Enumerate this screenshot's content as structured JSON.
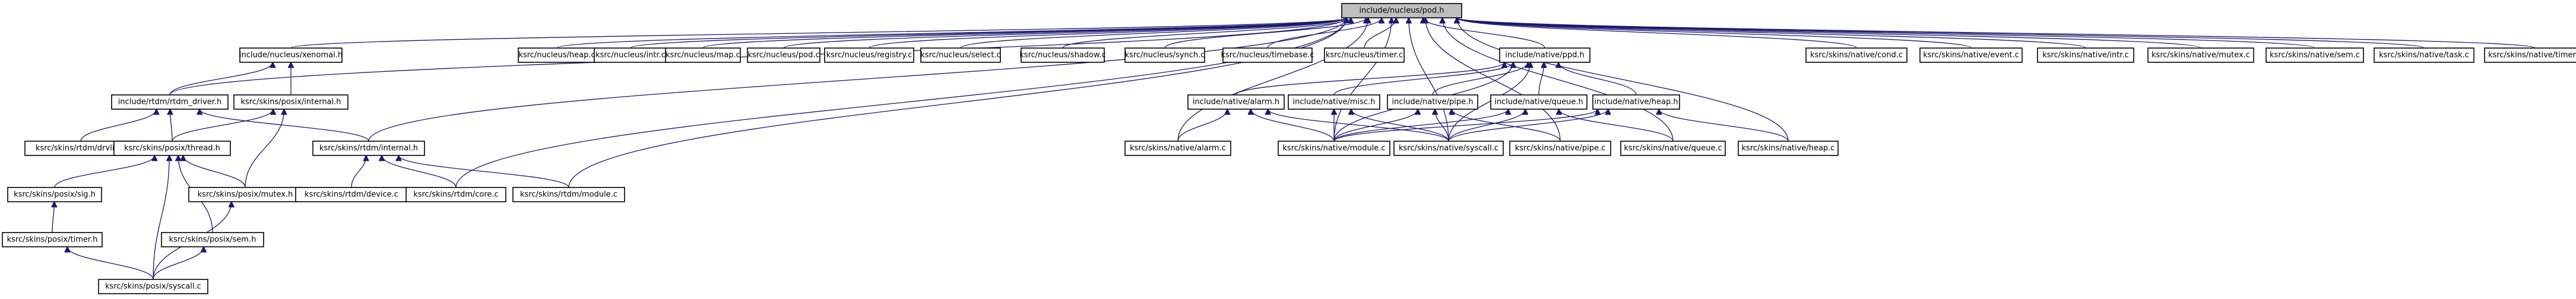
{
  "graph": {
    "root": "include/nucleus/pod.h",
    "nodes": [
      {
        "id": "pod",
        "label": "include/nucleus/pod.h",
        "root": true
      },
      {
        "id": "xenomai",
        "label": "include/nucleus/xenomai.h"
      },
      {
        "id": "heap_c",
        "label": "ksrc/nucleus/heap.c"
      },
      {
        "id": "intr_c",
        "label": "ksrc/nucleus/intr.c"
      },
      {
        "id": "map_c",
        "label": "ksrc/nucleus/map.c"
      },
      {
        "id": "pod_c",
        "label": "ksrc/nucleus/pod.c"
      },
      {
        "id": "registry_c",
        "label": "ksrc/nucleus/registry.c"
      },
      {
        "id": "select_c",
        "label": "ksrc/nucleus/select.c"
      },
      {
        "id": "shadow_c",
        "label": "ksrc/nucleus/shadow.c"
      },
      {
        "id": "synch_c",
        "label": "ksrc/nucleus/synch.c"
      },
      {
        "id": "timebase_c",
        "label": "ksrc/nucleus/timebase.c"
      },
      {
        "id": "timer_c",
        "label": "ksrc/nucleus/timer.c"
      },
      {
        "id": "native_ppd",
        "label": "include/native/ppd.h"
      },
      {
        "id": "cond_c",
        "label": "ksrc/skins/native/cond.c"
      },
      {
        "id": "event_c",
        "label": "ksrc/skins/native/event.c"
      },
      {
        "id": "nintr_c",
        "label": "ksrc/skins/native/intr.c"
      },
      {
        "id": "mutex_c",
        "label": "ksrc/skins/native/mutex.c"
      },
      {
        "id": "sem_c",
        "label": "ksrc/skins/native/sem.c"
      },
      {
        "id": "task_c",
        "label": "ksrc/skins/native/task.c"
      },
      {
        "id": "ntimer_c",
        "label": "ksrc/skins/native/timer.c"
      },
      {
        "id": "rtdm_driver",
        "label": "include/rtdm/rtdm_driver.h"
      },
      {
        "id": "posix_internal",
        "label": "ksrc/skins/posix/internal.h"
      },
      {
        "id": "rtdm_internal",
        "label": "ksrc/skins/rtdm/internal.h"
      },
      {
        "id": "drvlib_c",
        "label": "ksrc/skins/rtdm/drvlib.c"
      },
      {
        "id": "posix_thread",
        "label": "ksrc/skins/posix/thread.h"
      },
      {
        "id": "sig_h",
        "label": "ksrc/skins/posix/sig.h"
      },
      {
        "id": "ptimer_h",
        "label": "ksrc/skins/posix/timer.h"
      },
      {
        "id": "psyscall_c",
        "label": "ksrc/skins/posix/syscall.c"
      },
      {
        "id": "pmutex_h",
        "label": "ksrc/skins/posix/mutex.h"
      },
      {
        "id": "psem_h",
        "label": "ksrc/skins/posix/sem.h"
      },
      {
        "id": "rdevice_c",
        "label": "ksrc/skins/rtdm/device.c"
      },
      {
        "id": "rcore_c",
        "label": "ksrc/skins/rtdm/core.c"
      },
      {
        "id": "rmodule_c",
        "label": "ksrc/skins/rtdm/module.c"
      },
      {
        "id": "alarm_h",
        "label": "include/native/alarm.h"
      },
      {
        "id": "misc_h",
        "label": "include/native/misc.h"
      },
      {
        "id": "pipe_h",
        "label": "include/native/pipe.h"
      },
      {
        "id": "queue_h",
        "label": "include/native/queue.h"
      },
      {
        "id": "nheap_h",
        "label": "include/native/heap.h"
      },
      {
        "id": "alarm_c",
        "label": "ksrc/skins/native/alarm.c"
      },
      {
        "id": "nmodule_c",
        "label": "ksrc/skins/native/module.c"
      },
      {
        "id": "nsyscall_c",
        "label": "ksrc/skins/native/syscall.c"
      },
      {
        "id": "npipe_c",
        "label": "ksrc/skins/native/pipe.c"
      },
      {
        "id": "nqueue_c",
        "label": "ksrc/skins/native/queue.c"
      },
      {
        "id": "nheap_c",
        "label": "ksrc/skins/native/heap.c"
      }
    ],
    "edges": [
      [
        "xenomai",
        "pod"
      ],
      [
        "heap_c",
        "pod"
      ],
      [
        "intr_c",
        "pod"
      ],
      [
        "map_c",
        "pod"
      ],
      [
        "pod_c",
        "pod"
      ],
      [
        "registry_c",
        "pod"
      ],
      [
        "select_c",
        "pod"
      ],
      [
        "shadow_c",
        "pod"
      ],
      [
        "synch_c",
        "pod"
      ],
      [
        "timebase_c",
        "pod"
      ],
      [
        "timer_c",
        "pod"
      ],
      [
        "native_ppd",
        "pod"
      ],
      [
        "cond_c",
        "pod"
      ],
      [
        "event_c",
        "pod"
      ],
      [
        "nintr_c",
        "pod"
      ],
      [
        "mutex_c",
        "pod"
      ],
      [
        "sem_c",
        "pod"
      ],
      [
        "task_c",
        "pod"
      ],
      [
        "ntimer_c",
        "pod"
      ],
      [
        "rtdm_driver",
        "pod"
      ],
      [
        "rtdm_internal",
        "pod"
      ],
      [
        "rcore_c",
        "pod"
      ],
      [
        "rmodule_c",
        "pod"
      ],
      [
        "nmodule_c",
        "pod"
      ],
      [
        "nsyscall_c",
        "pod"
      ],
      [
        "npipe_c",
        "pod"
      ],
      [
        "nqueue_c",
        "pod"
      ],
      [
        "nheap_c",
        "pod"
      ],
      [
        "alarm_c",
        "pod"
      ],
      [
        "rtdm_driver",
        "xenomai"
      ],
      [
        "posix_internal",
        "xenomai"
      ],
      [
        "drvlib_c",
        "rtdm_driver"
      ],
      [
        "rtdm_internal",
        "rtdm_driver"
      ],
      [
        "posix_thread",
        "rtdm_driver"
      ],
      [
        "posix_thread",
        "posix_internal"
      ],
      [
        "pmutex_h",
        "posix_internal"
      ],
      [
        "rdevice_c",
        "rtdm_internal"
      ],
      [
        "rcore_c",
        "rtdm_internal"
      ],
      [
        "rmodule_c",
        "rtdm_internal"
      ],
      [
        "sig_h",
        "posix_thread"
      ],
      [
        "pmutex_h",
        "posix_thread"
      ],
      [
        "psem_h",
        "posix_thread"
      ],
      [
        "psyscall_c",
        "posix_thread"
      ],
      [
        "ptimer_h",
        "sig_h"
      ],
      [
        "psyscall_c",
        "ptimer_h"
      ],
      [
        "psyscall_c",
        "psem_h"
      ],
      [
        "psyscall_c",
        "pmutex_h"
      ],
      [
        "alarm_h",
        "native_ppd"
      ],
      [
        "misc_h",
        "native_ppd"
      ],
      [
        "pipe_h",
        "native_ppd"
      ],
      [
        "queue_h",
        "native_ppd"
      ],
      [
        "nheap_h",
        "native_ppd"
      ],
      [
        "nmodule_c",
        "native_ppd"
      ],
      [
        "nsyscall_c",
        "native_ppd"
      ],
      [
        "alarm_c",
        "alarm_h"
      ],
      [
        "nmodule_c",
        "alarm_h"
      ],
      [
        "nsyscall_c",
        "alarm_h"
      ],
      [
        "nmodule_c",
        "misc_h"
      ],
      [
        "nsyscall_c",
        "misc_h"
      ],
      [
        "nmodule_c",
        "pipe_h"
      ],
      [
        "nsyscall_c",
        "pipe_h"
      ],
      [
        "npipe_c",
        "pipe_h"
      ],
      [
        "nmodule_c",
        "queue_h"
      ],
      [
        "nsyscall_c",
        "queue_h"
      ],
      [
        "nqueue_c",
        "queue_h"
      ],
      [
        "nmodule_c",
        "nheap_h"
      ],
      [
        "nsyscall_c",
        "nheap_h"
      ],
      [
        "nheap_c",
        "nheap_h"
      ]
    ]
  }
}
